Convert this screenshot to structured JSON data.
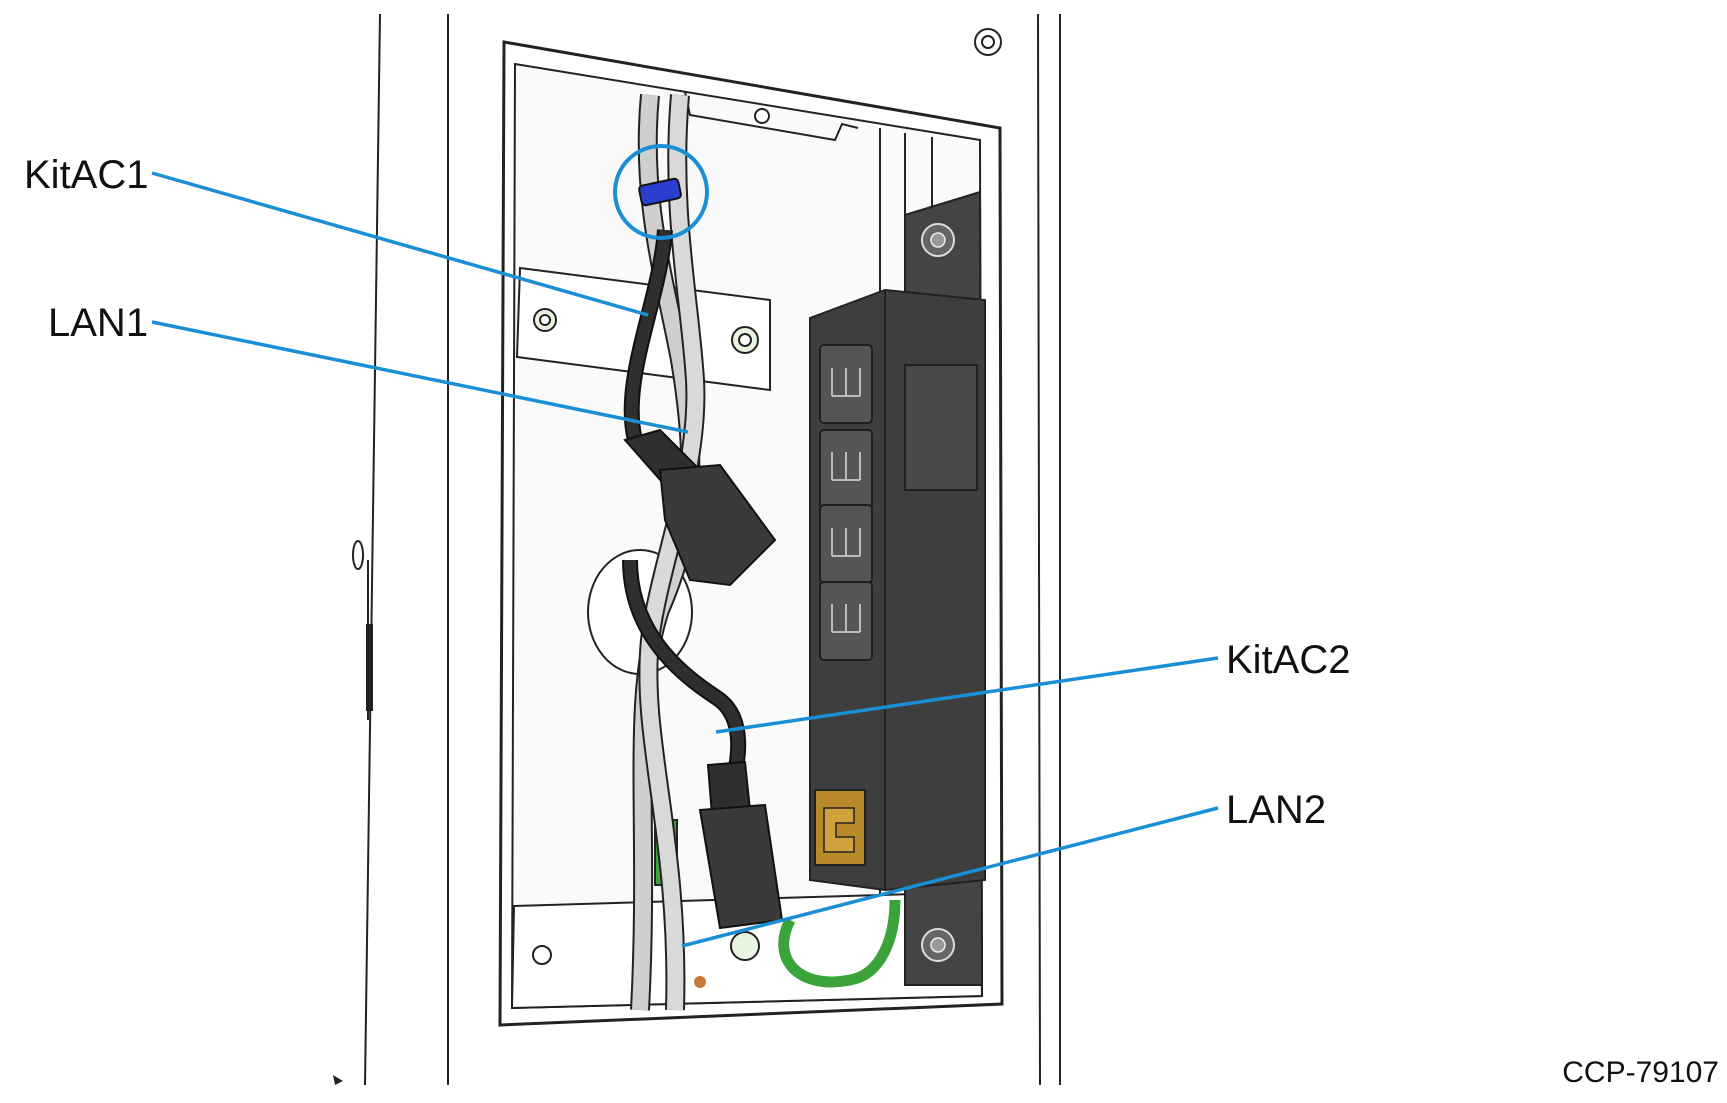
{
  "callouts": {
    "kitac1": "KitAC1",
    "lan1": "LAN1",
    "kitac2": "KitAC2",
    "lan2": "LAN2"
  },
  "figure_id": "CCP-79107",
  "colors": {
    "leader_line": "#1b8fd6",
    "cable_tie": "#2a3fd0",
    "ground_wire": "#3aa33a",
    "power_strip": "#3e3e3e",
    "power_switch": "#b98a2a",
    "lan_cable": "#c9c9c9",
    "power_cable": "#2f2f2f"
  }
}
